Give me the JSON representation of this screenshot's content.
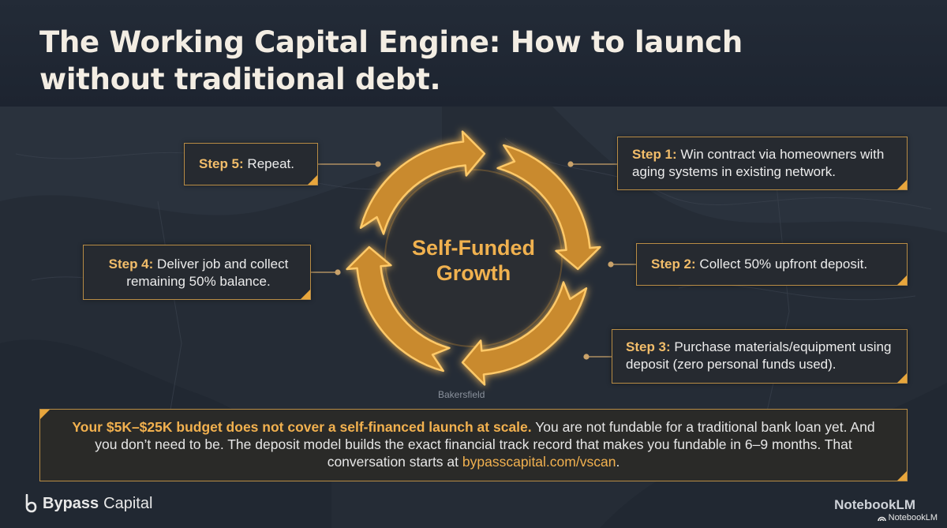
{
  "title": "The Working Capital Engine: How to launch without traditional debt.",
  "hub": {
    "line1": "Self-Funded",
    "line2": "Growth"
  },
  "map_label": "Bakersfield",
  "steps": [
    {
      "label": "Step 1:",
      "text": "Win contract via homeowners with aging systems in existing network."
    },
    {
      "label": "Step 2:",
      "text": "Collect 50% upfront deposit."
    },
    {
      "label": "Step 3:",
      "text": "Purchase materials/equipment using deposit (zero personal funds used)."
    },
    {
      "label": "Step 4:",
      "text": "Deliver job and collect remaining 50% balance."
    },
    {
      "label": "Step 5:",
      "text": "Repeat."
    }
  ],
  "callout": {
    "lead": "Your $5K–$25K budget does not cover a self-financed launch at scale.",
    "body": "You are not fundable for a traditional bank loan yet. And you don’t need to be. The deposit model builds the exact financial track record that makes you fundable in 6–9 months. That conversation starts at",
    "link": "bypasscapital.com/vscan",
    "tail": "."
  },
  "footer": {
    "brand_bold": "Bypass",
    "brand_rest": "Capital",
    "watermark": "NotebookLM",
    "watermark_small": "NotebookLM"
  },
  "colors": {
    "accent": "#e8a63c",
    "accent_text": "#f2b14f",
    "box_border": "#b98d45",
    "background": "#1f2631"
  },
  "icons": [
    "bypass-logo-icon",
    "notebooklm-icon",
    "cycle-arrow-icon"
  ]
}
